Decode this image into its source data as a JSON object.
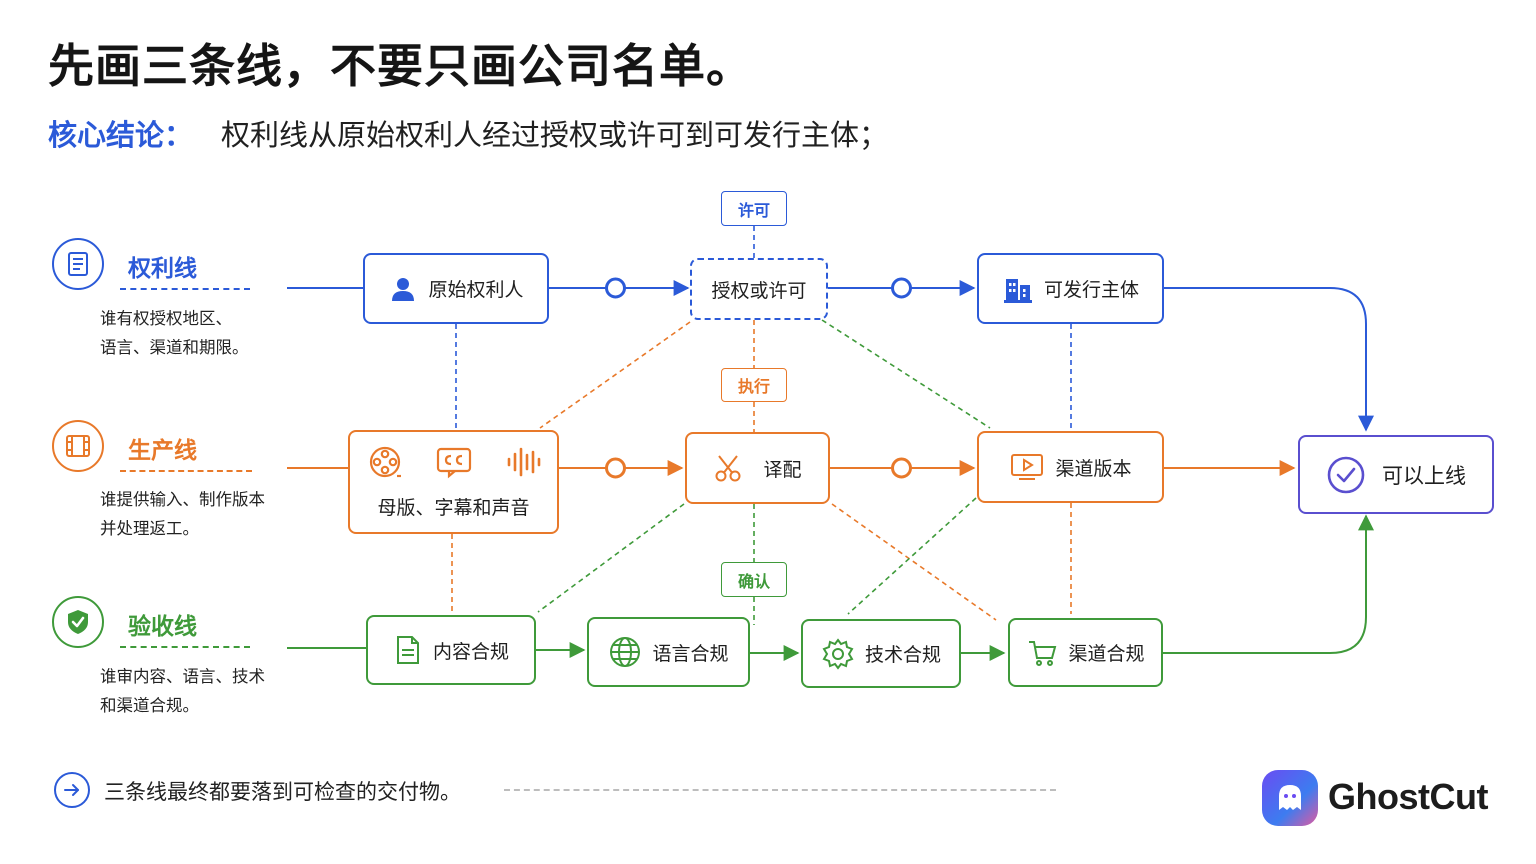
{
  "title": "先画三条线，不要只画公司名单。",
  "subtitle": {
    "label": "核心结论：",
    "text": "权利线从原始权利人经过授权或许可到可发行主体；"
  },
  "colors": {
    "blue": "#2b5ad8",
    "orange": "#e8792a",
    "green": "#3f9a3a",
    "purple": "#5a4fcf"
  },
  "lanes": {
    "rights": {
      "title": "权利线",
      "icon": "scroll-icon",
      "desc1": "谁有权授权地区、",
      "desc2": "语言、渠道和期限。"
    },
    "production": {
      "title": "生产线",
      "icon": "film-icon",
      "desc1": "谁提供输入、制作版本",
      "desc2": "并处理返工。"
    },
    "acceptance": {
      "title": "验收线",
      "icon": "shield-check-icon",
      "desc1": "谁审内容、语言、技术",
      "desc2": "和渠道合规。"
    }
  },
  "nodes": {
    "original_holder": "原始权利人",
    "authorization": "授权或许可",
    "publisher": "可发行主体",
    "masters": "母版、字幕和声音",
    "dubbing": "译配",
    "channel_version": "渠道版本",
    "go_live": "可以上线",
    "content_compliance": "内容合规",
    "language_compliance": "语言合规",
    "tech_compliance": "技术合规",
    "channel_compliance": "渠道合规"
  },
  "tags": {
    "license": "许可",
    "execute": "执行",
    "confirm": "确认"
  },
  "footer": {
    "text": "三条线最终都要落到可检查的交付物。"
  },
  "brand": {
    "name": "GhostCut"
  }
}
